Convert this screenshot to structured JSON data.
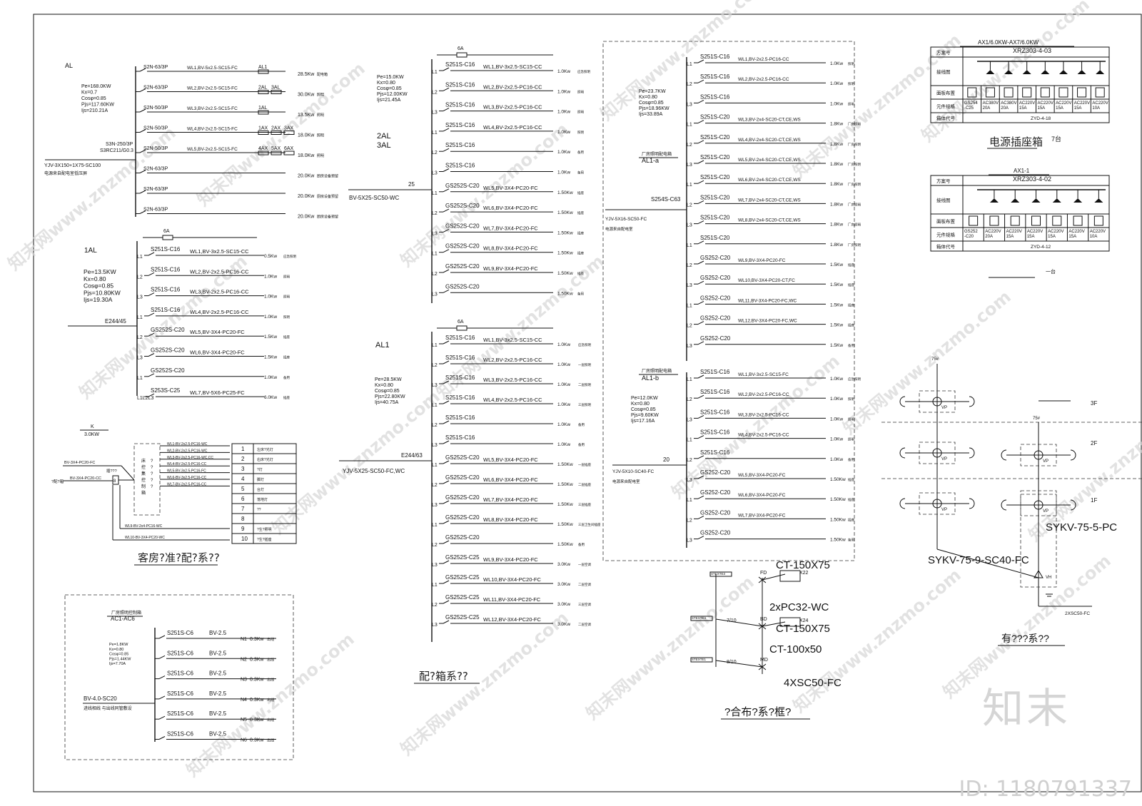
{
  "panel_al": {
    "title": "AL",
    "params": [
      "Pe=168.0KW",
      "Kx=0.7",
      "Cosφ=0.85",
      "Pjs=117.60KW",
      "Ijs=210.21A"
    ],
    "main_breaker": [
      "S3N-250/3P",
      "S3RC211/G0.3"
    ],
    "feeder": "YJV-3X150+1X75-SC100",
    "feeder_note": "电源来自配电室低压屏",
    "circuits": [
      {
        "breaker": "S2N-63/3P",
        "cable": "WL1,BV-5x2.5-SC15-FC",
        "load": "AL1",
        "power": "28.5Kw",
        "note": "配电箱"
      },
      {
        "breaker": "S2N-63/3P",
        "cable": "WL2,BV-2x2.5-SC15-FC",
        "load": "2AL 3AL",
        "power": "30.0Kw",
        "note": "照明"
      },
      {
        "breaker": "S2N-50/3P",
        "cable": "WL3,BV-2x2.5-SC15-FC",
        "load": "1AL",
        "power": "13.5Kw",
        "note": "照明"
      },
      {
        "breaker": "S2N-50/3P",
        "cable": "WL4,BV-2x2.5-SC15-FC",
        "load": "1AX 2AX 3AX",
        "power": "18.0Kw",
        "note": "照明"
      },
      {
        "breaker": "S2N-50/3P",
        "cable": "WL5,BV-2x2.5-SC15-FC",
        "load": "4AX 5AX 6AX",
        "power": "18.0Kw",
        "note": "照明"
      },
      {
        "breaker": "S2N-63/3P",
        "cable": "",
        "load": "",
        "power": "20.0Kw",
        "note": "厨房设备预留"
      },
      {
        "breaker": "S2N-63/3P",
        "cable": "",
        "load": "",
        "power": "20.0Kw",
        "note": "厨房设备预留"
      },
      {
        "breaker": "S2N-63/3P",
        "cable": "",
        "load": "",
        "power": "20.0Kw",
        "note": "厨房设备预留"
      }
    ]
  },
  "panel_1al": {
    "title": "1AL",
    "params": [
      "Pe=13.5KW",
      "Kx=0.80",
      "Cosφ=0.85",
      "Pjs=10.80KW",
      "Ijs=19.30A"
    ],
    "spd": "6A",
    "feeder": "E244/45",
    "circuits": [
      {
        "phase": "L1",
        "breaker": "S251S-C16",
        "cable": "WL1,BV-3x2.5-SC15-CC",
        "power": "0.5Kw",
        "note": "应急照明"
      },
      {
        "phase": "L2",
        "breaker": "S251S-C16",
        "cable": "WL2,BV-2x2.5-PC16-CC",
        "power": "1.0Kw",
        "note": "照明"
      },
      {
        "phase": "L3",
        "breaker": "S251S-C16",
        "cable": "WL3,BV-2x2.5-PC16-CC",
        "power": "1.0Kw",
        "note": "照明"
      },
      {
        "phase": "L1",
        "breaker": "S251S-C16",
        "cable": "WL4,BV-2x2.5-PC16-CC",
        "power": "1.0Kw",
        "note": "照明"
      },
      {
        "phase": "L2",
        "breaker": "GS252S-C20",
        "cable": "WL5,BV-3X4-PC20-FC",
        "power": "1.5Kw",
        "note": "插座"
      },
      {
        "phase": "L3",
        "breaker": "GS252S-C20",
        "cable": "WL6,BV-3X4-PC20-FC",
        "power": "1.5Kw",
        "note": "插座"
      },
      {
        "phase": "L1",
        "breaker": "GS252S-C20",
        "cable": "",
        "power": "1.0Kw",
        "note": "备用"
      },
      {
        "phase": "L1L2L3",
        "breaker": "S253S-C25",
        "cable": "WL7,BV-5X6-PC25-FC",
        "power": "6.0Kw",
        "note": "插座"
      }
    ]
  },
  "panel_2al": {
    "title": "2AL 3AL",
    "params": [
      "Pe=15.0KW",
      "Kx=0.80",
      "Cosφ=0.85",
      "Pjs=12.00KW",
      "Ijs=21.45A"
    ],
    "spd": "6A",
    "feeder": "BV-5X25-SC50-WC",
    "feeder_n": "25",
    "circuits": [
      {
        "phase": "L1",
        "breaker": "S251S-C16",
        "cable": "WL1,BV-3x2.5-SC15-CC",
        "power": "1.0Kw",
        "note": "应急照明"
      },
      {
        "phase": "L2",
        "breaker": "S251S-C16",
        "cable": "WL2,BV-2x2.5-PC16-CC",
        "power": "1.0Kw",
        "note": "照明"
      },
      {
        "phase": "L3",
        "breaker": "S251S-C16",
        "cable": "WL3,BV-2x2.5-PC16-CC",
        "power": "1.0Kw",
        "note": "照明"
      },
      {
        "phase": "L1",
        "breaker": "S251S-C16",
        "cable": "WL4,BV-2x2.5-PC16-CC",
        "power": "1.0Kw",
        "note": "照明"
      },
      {
        "phase": "L2",
        "breaker": "S251S-C16",
        "cable": "",
        "power": "1.0Kw",
        "note": "备用"
      },
      {
        "phase": "L3",
        "breaker": "S251S-C16",
        "cable": "",
        "power": "1.0Kw",
        "note": "备用"
      },
      {
        "phase": "L1",
        "breaker": "GS252S-C20",
        "cable": "WL5,BV-3X4-PC20-FC",
        "power": "1.50Kw",
        "note": "插座"
      },
      {
        "phase": "L2",
        "breaker": "GS252S-C20",
        "cable": "WL6,BV-3X4-PC20-FC",
        "power": "1.50Kw",
        "note": "插座"
      },
      {
        "phase": "L3",
        "breaker": "GS252S-C20",
        "cable": "WL7,BV-3X4-PC20-FC",
        "power": "1.50Kw",
        "note": "插座"
      },
      {
        "phase": "L1",
        "breaker": "GS252S-C20",
        "cable": "WL8,BV-3X4-PC20-FC",
        "power": "1.50Kw",
        "note": "插座"
      },
      {
        "phase": "L2",
        "breaker": "GS252S-C20",
        "cable": "WL9,BV-3X4-PC20-FC",
        "power": "1.50Kw",
        "note": "插座"
      },
      {
        "phase": "L3",
        "breaker": "GS252S-C20",
        "cable": "",
        "power": "1.50Kw",
        "note": "备用"
      }
    ]
  },
  "panel_al1": {
    "title": "AL1",
    "params": [
      "Pe=28.5KW",
      "Kx=0.80",
      "Cosφ=0.85",
      "Pjs=22.80KW",
      "Ijs=40.75A"
    ],
    "spd": "6A",
    "feeder": "YJV-5X25-SC50-FC,WC",
    "feeder_n": "E244/63",
    "circuits": [
      {
        "phase": "L1",
        "breaker": "S251S-C16",
        "cable": "WL1,BV-3x2.5-SC15-CC",
        "power": "1.0Kw",
        "note": "应急照明"
      },
      {
        "phase": "L2",
        "breaker": "S251S-C16",
        "cable": "WL2,BV-2x2.5-PC16-CC",
        "power": "1.0Kw",
        "note": "一层照明"
      },
      {
        "phase": "L3",
        "breaker": "S251S-C16",
        "cable": "WL3,BV-2x2.5-PC16-CC",
        "power": "1.0Kw",
        "note": "二层照明"
      },
      {
        "phase": "L1",
        "breaker": "S251S-C16",
        "cable": "WL4,BV-2x2.5-PC16-CC",
        "power": "1.0Kw",
        "note": "三层照明"
      },
      {
        "phase": "L2",
        "breaker": "S251S-C16",
        "cable": "",
        "power": "1.0Kw",
        "note": "备用"
      },
      {
        "phase": "L3",
        "breaker": "S251S-C16",
        "cable": "",
        "power": "1.0Kw",
        "note": "备用"
      },
      {
        "phase": "L1",
        "breaker": "GS252S-C20",
        "cable": "WL5,BV-3X4-PC20-FC",
        "power": "1.50Kw",
        "note": "一层插座"
      },
      {
        "phase": "L2",
        "breaker": "GS252S-C20",
        "cable": "WL6,BV-3X4-PC20-FC",
        "power": "1.50Kw",
        "note": "二层插座"
      },
      {
        "phase": "L3",
        "breaker": "GS252S-C20",
        "cable": "WL7,BV-3X4-PC20-FC",
        "power": "1.50Kw",
        "note": "三层插座"
      },
      {
        "phase": "L1",
        "breaker": "GS252S-C20",
        "cable": "WL8,BV-3X4-PC20-FC",
        "power": "1.50Kw",
        "note": "三层卫生间插座"
      },
      {
        "phase": "L2",
        "breaker": "GS252S-C20",
        "cable": "",
        "power": "1.50Kw",
        "note": "备用"
      },
      {
        "phase": "L3",
        "breaker": "GS252S-C25",
        "cable": "WL9,BV-3X4-PC20-FC",
        "power": "3.0Kw",
        "note": "一层空调"
      },
      {
        "phase": "L1",
        "breaker": "GS252S-C25",
        "cable": "WL10,BV-3X4-PC20-FC",
        "power": "3.0Kw",
        "note": "二层空调"
      },
      {
        "phase": "L2",
        "breaker": "GS252S-C25",
        "cable": "WL11,BV-3X4-PC20-FC",
        "power": "3.0Kw",
        "note": "三层空调"
      },
      {
        "phase": "L3",
        "breaker": "GS252S-C25",
        "cable": "WL12,BV-3X4-PC20-FC",
        "power": "3.0Kw",
        "note": "二层空调"
      }
    ]
  },
  "panel_al1a": {
    "title": "厂房照明配电箱",
    "subtitle": "AL1-a",
    "params": [
      "Pe=23.7KW",
      "Kx=0.80",
      "Cosφ=0.85",
      "Pjs=18.96KW",
      "Ijs=33.89A"
    ],
    "main_breaker": "S254S-C63",
    "feeder": "YJV-5X16-SC50-FC",
    "feeder_note": "电源来自配电室",
    "circuits": [
      {
        "phase": "L1",
        "breaker": "S251S-C16",
        "cable": "WL1,BV-2x2.5-PC16-CC",
        "power": "1.0Kw",
        "note": "照明"
      },
      {
        "phase": "L2",
        "breaker": "S251S-C16",
        "cable": "WL2,BV-2x2.5-PC16-CC",
        "power": "1.0Kw",
        "note": "照明"
      },
      {
        "phase": "L3",
        "breaker": "S251S-C16",
        "cable": "",
        "power": "1.0Kw",
        "note": "照明"
      },
      {
        "phase": "L1",
        "breaker": "S251S-C20",
        "cable": "WL3,BV-2x4-SC20-CT,CE,WS",
        "power": "1.8Kw",
        "note": "厂房照明"
      },
      {
        "phase": "L2",
        "breaker": "S251S-C20",
        "cable": "WL4,BV-2x4-SC20-CT,CE,WS",
        "power": "1.8Kw",
        "note": "厂房照明"
      },
      {
        "phase": "L3",
        "breaker": "S251S-C20",
        "cable": "WL5,BV-2x4-SC20-CT,CE,WS",
        "power": "1.8Kw",
        "note": "厂房照明"
      },
      {
        "phase": "L1",
        "breaker": "S251S-C20",
        "cable": "WL6,BV-2x4-SC20-CT,CE,WS",
        "power": "1.8Kw",
        "note": "厂房照明"
      },
      {
        "phase": "L2",
        "breaker": "S251S-C20",
        "cable": "WL7,BV-2x4-SC20-CT,CE,WS",
        "power": "1.8Kw",
        "note": "厂房照明"
      },
      {
        "phase": "L3",
        "breaker": "S251S-C20",
        "cable": "WL8,BV-2x4-SC20-CT,CE,WS",
        "power": "1.8Kw",
        "note": "厂房照明"
      },
      {
        "phase": "L1",
        "breaker": "S251S-C20",
        "cable": "",
        "power": "1.8Kw",
        "note": "厂房照明"
      },
      {
        "phase": "L2",
        "breaker": "GS252-C20",
        "cable": "WL9,BV-3X4-PC20-FC",
        "power": "1.5Kw",
        "note": "插座"
      },
      {
        "phase": "L3",
        "breaker": "GS252-C20",
        "cable": "WL10,BV-3X4-PC20-CT,FC",
        "power": "1.5Kw",
        "note": "插座"
      },
      {
        "phase": "L1",
        "breaker": "GS252-C20",
        "cable": "WL11,BV-3X4-PC20-FC,WC",
        "power": "1.5Kw",
        "note": "插座"
      },
      {
        "phase": "L2",
        "breaker": "GS252-C20",
        "cable": "WL12,BV-3X4-PC20-FC,WC",
        "power": "1.5Kw",
        "note": "插座"
      },
      {
        "phase": "L3",
        "breaker": "GS252-C20",
        "cable": "",
        "power": "1.5Kw",
        "note": "备用"
      }
    ]
  },
  "panel_al1b": {
    "title": "厂房照明配电箱",
    "subtitle": "AL1-b",
    "params": [
      "Pe=12.0KW",
      "Kx=0.80",
      "Cosφ=0.85",
      "Pjs=9.60KW",
      "Ijs=17.16A"
    ],
    "feeder": "YJV-5X10-SC40-FC",
    "feeder_n": "20",
    "feeder_note": "电源来自配电室",
    "circuits": [
      {
        "phase": "L1",
        "breaker": "S251S-C16",
        "cable": "WL1,BV-3x2.5-SC15-FC",
        "power": "1.0Kw",
        "note": "应急照明"
      },
      {
        "phase": "L2",
        "breaker": "S251S-C16",
        "cable": "WL2,BV-2x2.5-PC16-CC",
        "power": "1.0Kw",
        "note": "照明"
      },
      {
        "phase": "L3",
        "breaker": "S251S-C16",
        "cable": "WL3,BV-2x2.5-PC16-CC",
        "power": "1.0Kw",
        "note": "照明"
      },
      {
        "phase": "L1",
        "breaker": "S251S-C16",
        "cable": "WL4,BV-2x2.5-PC16-CC",
        "power": "1.0Kw",
        "note": "照明"
      },
      {
        "phase": "L2",
        "breaker": "S251S-C16",
        "cable": "",
        "power": "1.0Kw",
        "note": "备用"
      },
      {
        "phase": "L3",
        "breaker": "GS252-C20",
        "cable": "WL5,BV-3X4-PC20-FC",
        "power": "1.50Kw",
        "note": "插座"
      },
      {
        "phase": "L1",
        "breaker": "GS252-C20",
        "cable": "WL6,BV-3X4-PC20-FC",
        "power": "1.50Kw",
        "note": "插座"
      },
      {
        "phase": "L2",
        "breaker": "GS252-C20",
        "cable": "WL7,BV-3X4-PC20-FC",
        "power": "1.50Kw",
        "note": "插座"
      },
      {
        "phase": "L3",
        "breaker": "GS252-C20",
        "cable": "",
        "power": "1.50Kw",
        "note": "备用"
      }
    ]
  },
  "panel_ac": {
    "title": "厂房照明控制箱",
    "subtitle": "AC1-AC6",
    "params": [
      "Pe=1.8KW",
      "Kx=0.80",
      "Cosφ=0.85",
      "Pjs=1.44KW",
      "Ijs=7.70A"
    ],
    "feeder": "BV-4.0-SC20",
    "feeder_note": "进线相线  与出线同管敷设",
    "circuits": [
      {
        "breaker": "S251S-C6",
        "cable": "BV-2.5",
        "id": "N1",
        "power": "0.3Kw",
        "note": "出线"
      },
      {
        "breaker": "S251S-C6",
        "cable": "BV-2.5",
        "id": "N2",
        "power": "0.3Kw",
        "note": "出线"
      },
      {
        "breaker": "S251S-C6",
        "cable": "BV-2.5",
        "id": "N3",
        "power": "0.3Kw",
        "note": "出线"
      },
      {
        "breaker": "S251S-C6",
        "cable": "BV-2.5",
        "id": "N4",
        "power": "0.3Kw",
        "note": "出线"
      },
      {
        "breaker": "S251S-C6",
        "cable": "BV-2.5",
        "id": "N5",
        "power": "0.3Kw",
        "note": "出线"
      },
      {
        "breaker": "S251S-C6",
        "cable": "BV-2.5",
        "id": "N6",
        "power": "0.3Kw",
        "note": "出线"
      }
    ]
  },
  "room_box": {
    "header": "K",
    "header_sub": "3.0KW",
    "in1": "BV-3X4-PC20-FC",
    "in2": "BV-3X4-PC20-CC",
    "in_label": "?配?箱",
    "tag": "插???",
    "box_text": "床?控?集?控?制?箱",
    "lines": [
      "WL1-BV-2x2.5-PC16-WC",
      "WL2-BV-2x2.5-PC16-WC",
      "WL3-BV-2x2.5-PC16-WC,CC",
      "WL4-BV-2x2.5-PC16-CC",
      "WL5-BV-3x2.5-PC16-FC",
      "WL6-BV-3x2.5-PC16-CC",
      "WL7-BV-2x2.5-PC16-CC"
    ],
    "bottom_lines": [
      "WL9-BV-2x4-PC16-WC",
      "WL10-BV-3X4-PC20-WC"
    ],
    "table": [
      {
        "n": "1",
        "d": "左床?光灯"
      },
      {
        "n": "2",
        "d": "右床?光灯"
      },
      {
        "n": "3",
        "d": "?灯"
      },
      {
        "n": "4",
        "d": "脚灯"
      },
      {
        "n": "5",
        "d": "台灯"
      },
      {
        "n": "6",
        "d": "落地灯"
      },
      {
        "n": "7",
        "d": "??"
      },
      {
        "n": "8",
        "d": ""
      },
      {
        "n": "9",
        "d": "?生?照明"
      },
      {
        "n": "10",
        "d": "?生?插座"
      }
    ]
  },
  "socket_box_1": {
    "header": "AX1/6.0KW-AX7/6.0KW",
    "scheme": "XRZ303-4-03",
    "row_labels": [
      "方案号",
      "接线图",
      "面板布置",
      "元件规格",
      "箱体代号"
    ],
    "specs": [
      "GS254 -C25",
      "AC380V 20A",
      "AC380V 20A",
      "AC220V 15A",
      "AC220V 15A",
      "AC220V 15A",
      "AC220V 15A",
      "AC220V 10A"
    ],
    "code": "ZYD-4-18",
    "caption": "电源插座箱",
    "count": "7台"
  },
  "socket_box_2": {
    "header": "AX1-1",
    "scheme": "XRZ303-4-02",
    "row_labels": [
      "方案号",
      "接线图",
      "面板布置",
      "元件规格",
      "箱体代号"
    ],
    "specs": [
      "GS252 -C20",
      "AC220V 20A",
      "AC220V 15A",
      "AC220V 15A",
      "AC220V 15A",
      "AC220V 15A",
      "AC220V 10A"
    ],
    "code": "ZYD-4-12",
    "count": "一台"
  },
  "tv_system": {
    "floors": [
      "3F",
      "2F",
      "1F"
    ],
    "amp_label": "75#",
    "vp": "VP",
    "vh": "VH",
    "cable_riser": "SYKV-75-9-SC40-FC",
    "cable_branch": "SYKV-75-5-PC",
    "ground": "2XSC50-FC",
    "title": "有???系??"
  },
  "riser_diagram": {
    "labels": [
      "FD",
      "BD",
      "MD"
    ],
    "boxes": [
      "STEXTE3",
      "STEXTE4",
      "STEXTE1"
    ],
    "counts": [
      "X22",
      "X24"
    ],
    "floor_marks": [
      "7/10",
      "8/10"
    ],
    "notes": [
      "CT-150X75",
      "2xPC32-WC",
      "CT-150X75",
      "CT-100x50",
      "4XSC50-FC"
    ],
    "title": "?合布?系?框?"
  },
  "captions": {
    "room": "客房?准?配?系??",
    "distribution": "配?箱系??"
  },
  "watermark": {
    "text": "知末网www.znzmo.com",
    "brand": "知末",
    "id": "ID: 1180791337"
  }
}
